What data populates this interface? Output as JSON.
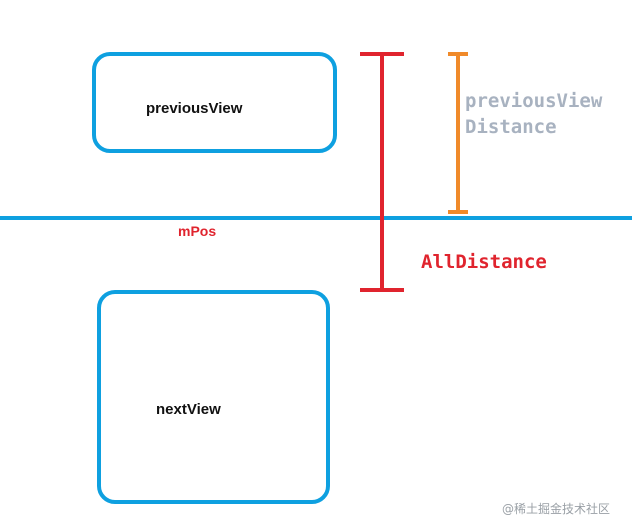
{
  "colors": {
    "blue": "#0ea0e0",
    "red": "#e0242e",
    "orange": "#f08a2a",
    "gray_text": "#a8b2c0",
    "black_text": "#111111",
    "watermark_text": "#9aa0a6"
  },
  "labels": {
    "previous_view": "previousView",
    "next_view": "nextView",
    "m_pos": "mPos",
    "all_distance": "AllDistance",
    "previous_view_distance_line1": "previousView",
    "previous_view_distance_line2": "Distance"
  },
  "watermark": "@稀土掘金技术社区"
}
